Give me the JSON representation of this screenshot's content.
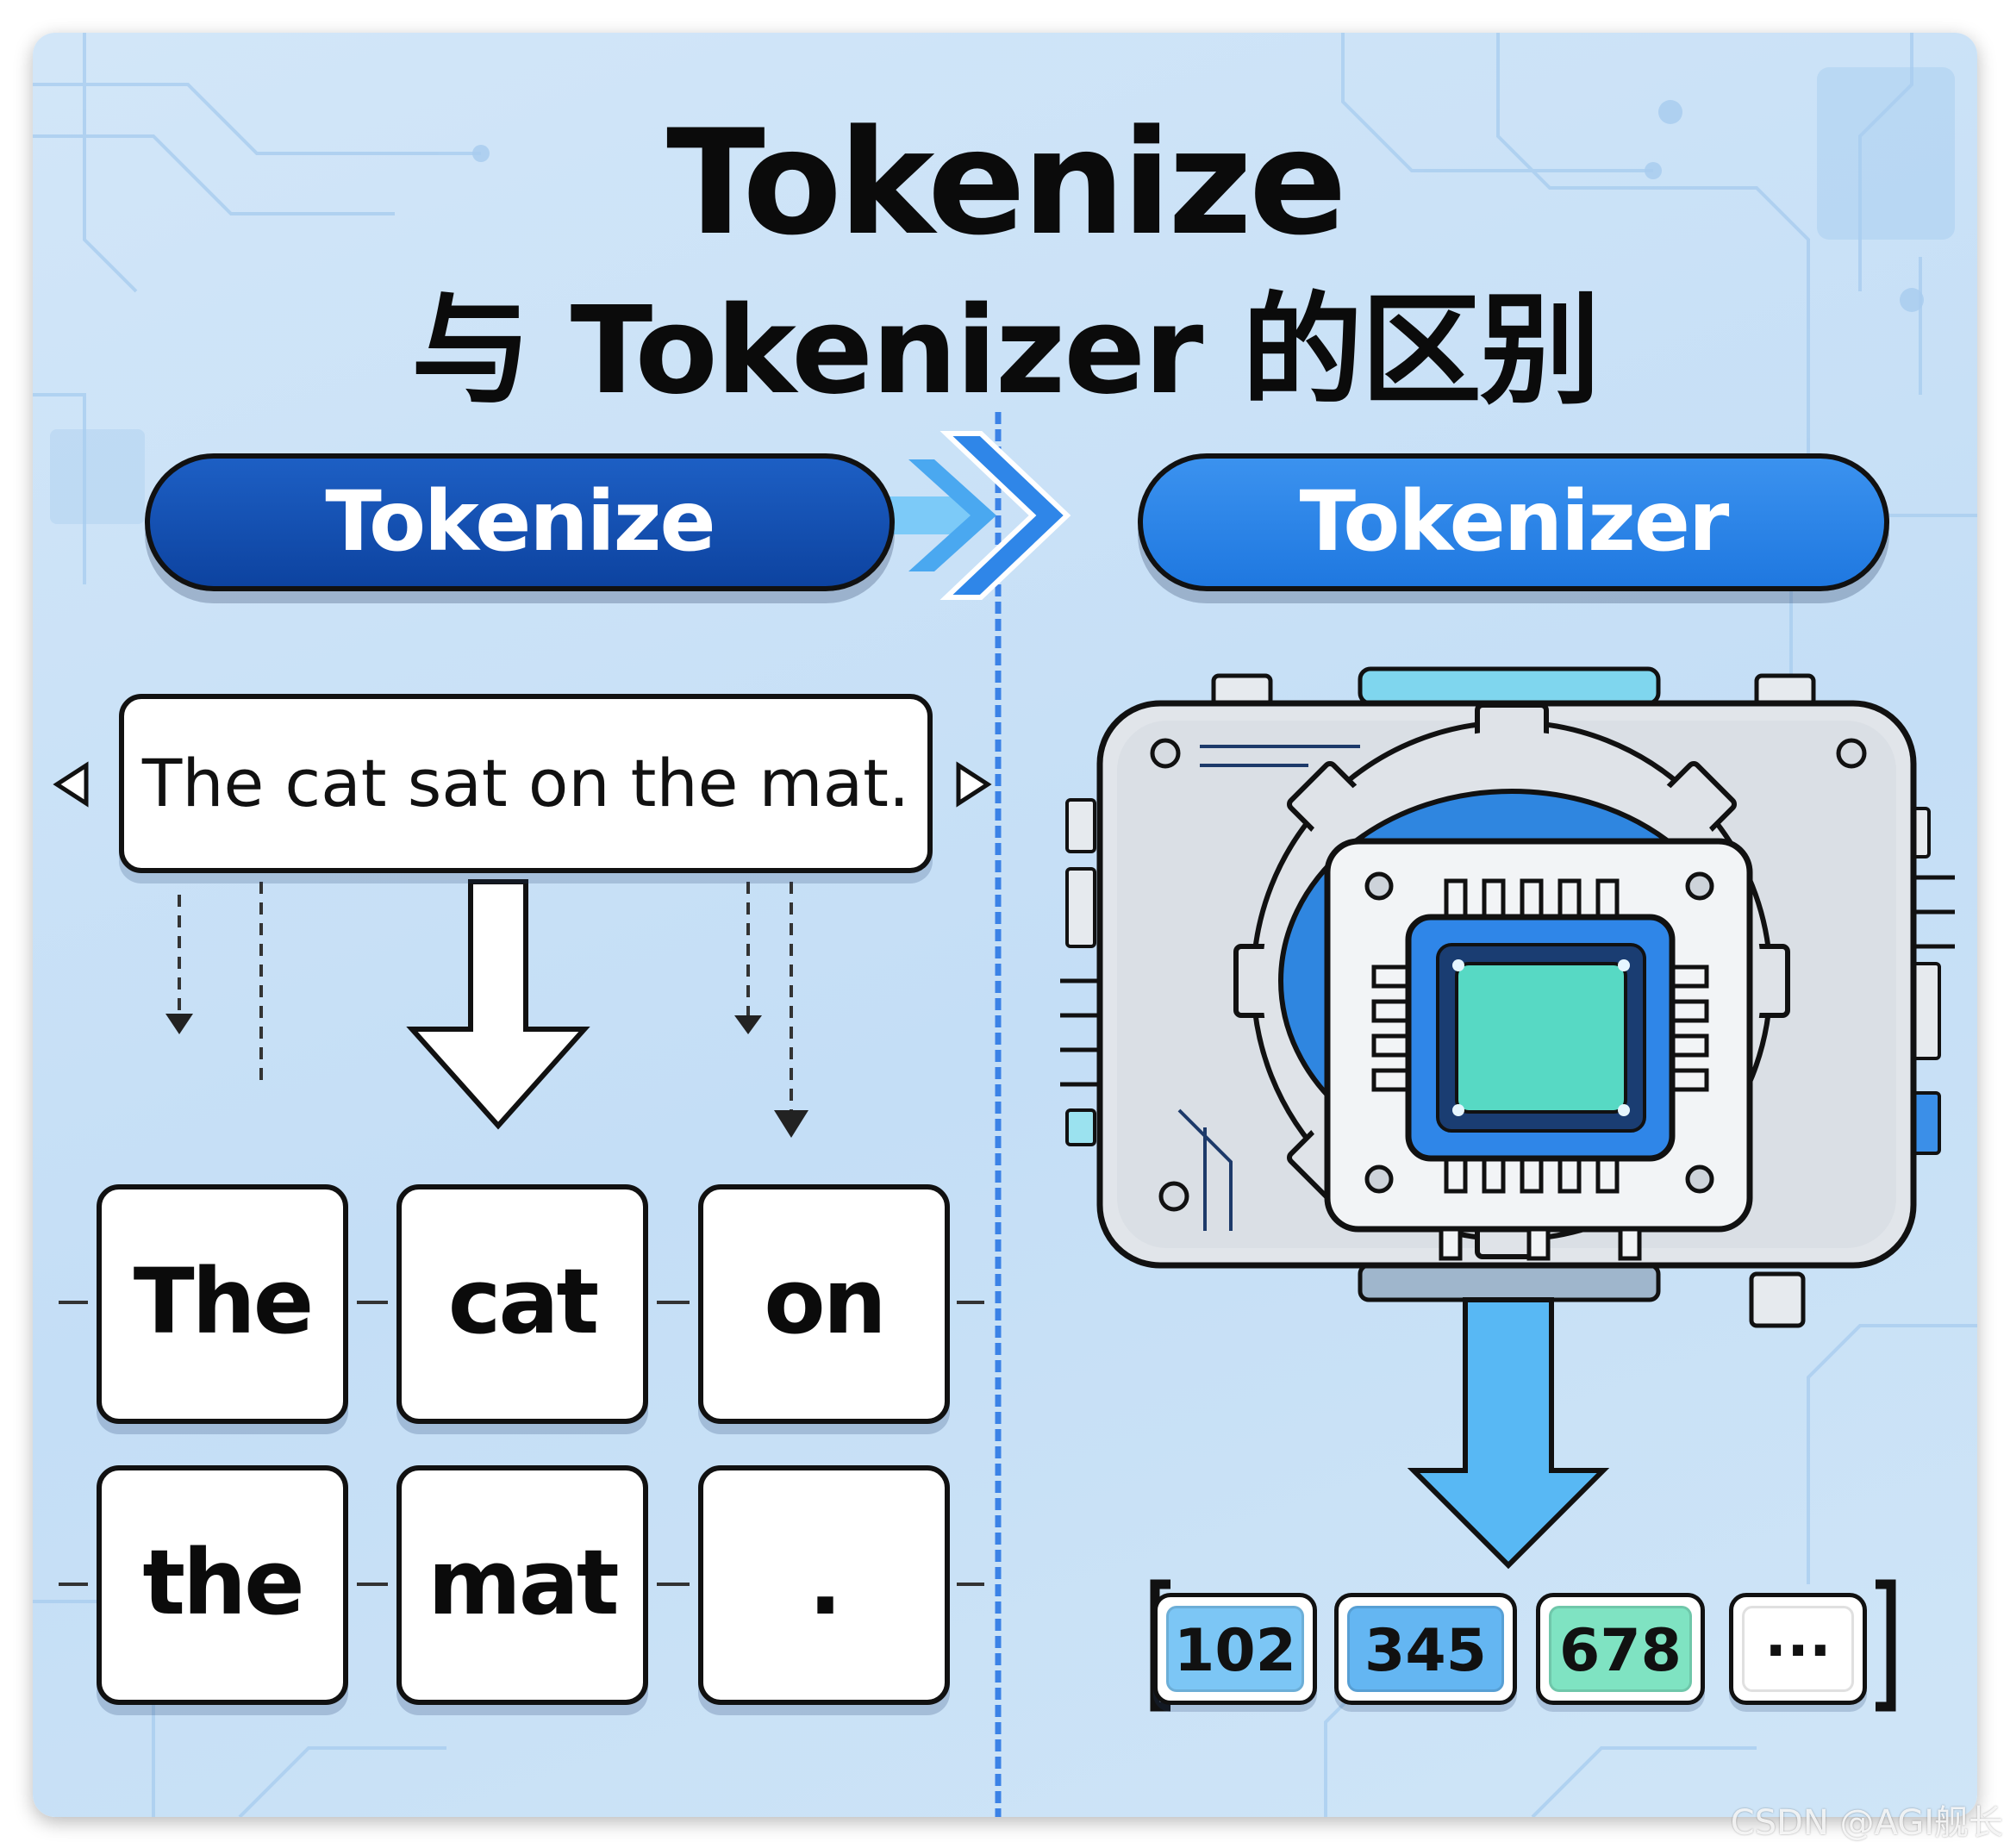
{
  "title": {
    "line1": "Tokenize",
    "line2": "与 Tokenizer 的区别"
  },
  "left_panel": {
    "label": "Tokenize",
    "sentence": "The cat sat on the mat.",
    "tokens": [
      "The",
      "cat",
      "on",
      "the",
      "mat",
      "."
    ]
  },
  "right_panel": {
    "label": "Tokenizer",
    "ids": [
      "102",
      "345",
      "678",
      "···"
    ],
    "id_colors": [
      "#7cc6f5",
      "#64b6f2",
      "#7fe3c2",
      "#ffffff"
    ]
  },
  "colors": {
    "pill_left": "#0d43a0",
    "pill_right": "#1f78e0",
    "chip_core": "#57d9c4",
    "arrow": "#58b8f4",
    "divider": "#3b82e6"
  },
  "icons": [
    "chevron-arrow-icon",
    "down-arrow-icon",
    "processor-chip-icon",
    "gear-icon",
    "bracket-icon"
  ],
  "watermark": "CSDN @AGI舰长"
}
